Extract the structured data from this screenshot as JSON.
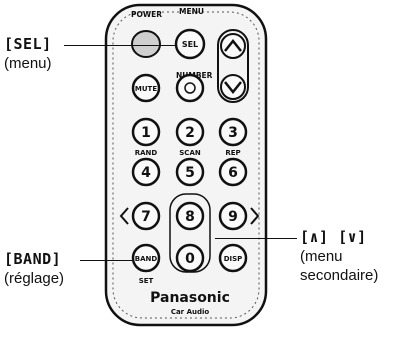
{
  "callouts": {
    "sel": {
      "title": "[SEL]",
      "subtitle": "(menu)"
    },
    "band": {
      "title": "[BAND]",
      "subtitle": "(réglage)"
    },
    "updown": {
      "title": "[∧] [∨]",
      "subtitle_line1": "(menu",
      "subtitle_line2": "secondaire)"
    }
  },
  "remote": {
    "top_labels": {
      "power": "POWER",
      "menu": "MENU",
      "number": "NUMBER"
    },
    "keys": {
      "sel": "SEL",
      "mute": "MUTE",
      "band": "BAND",
      "disp": "DISP",
      "digits": [
        "1",
        "2",
        "3",
        "4",
        "5",
        "6",
        "7",
        "8",
        "9",
        "0"
      ]
    },
    "row_labels": {
      "rand": "RAND",
      "scan": "SCAN",
      "rep": "REP",
      "set": "SET"
    },
    "brand": {
      "name": "Panasonic",
      "line": "Car Audio"
    }
  }
}
